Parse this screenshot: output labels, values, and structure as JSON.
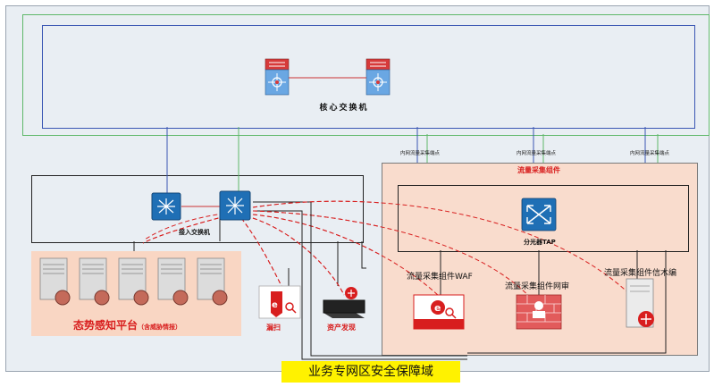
{
  "core_switch": {
    "label": "核心交换机"
  },
  "access_switch": {
    "label": "接入交换机"
  },
  "uplinks": [
    {
      "label": "内网流量采集端点"
    },
    {
      "label": "内网流量采集端点"
    },
    {
      "label": "内网流量采集端点"
    }
  ],
  "traffic_group": {
    "title": "流量采集组件",
    "tap_label": "分光器TAP",
    "components": [
      {
        "label": "流量采集组件WAF"
      },
      {
        "label": "流量采集组件网审"
      },
      {
        "label": "流量采集组件信木编"
      }
    ]
  },
  "situation_platform": {
    "label": "态势感知平台",
    "sub_label": "（含威胁情报）"
  },
  "tools": [
    {
      "label": "漏扫"
    },
    {
      "label": "资产发现"
    }
  ],
  "domain": {
    "label": "业务专网区安全保障域"
  },
  "colors": {
    "accent_red": "#d81e1e",
    "panel_fill": "#f9d6c3",
    "domain_fill": "#fff200",
    "device_blue": "#1f6fb5"
  }
}
